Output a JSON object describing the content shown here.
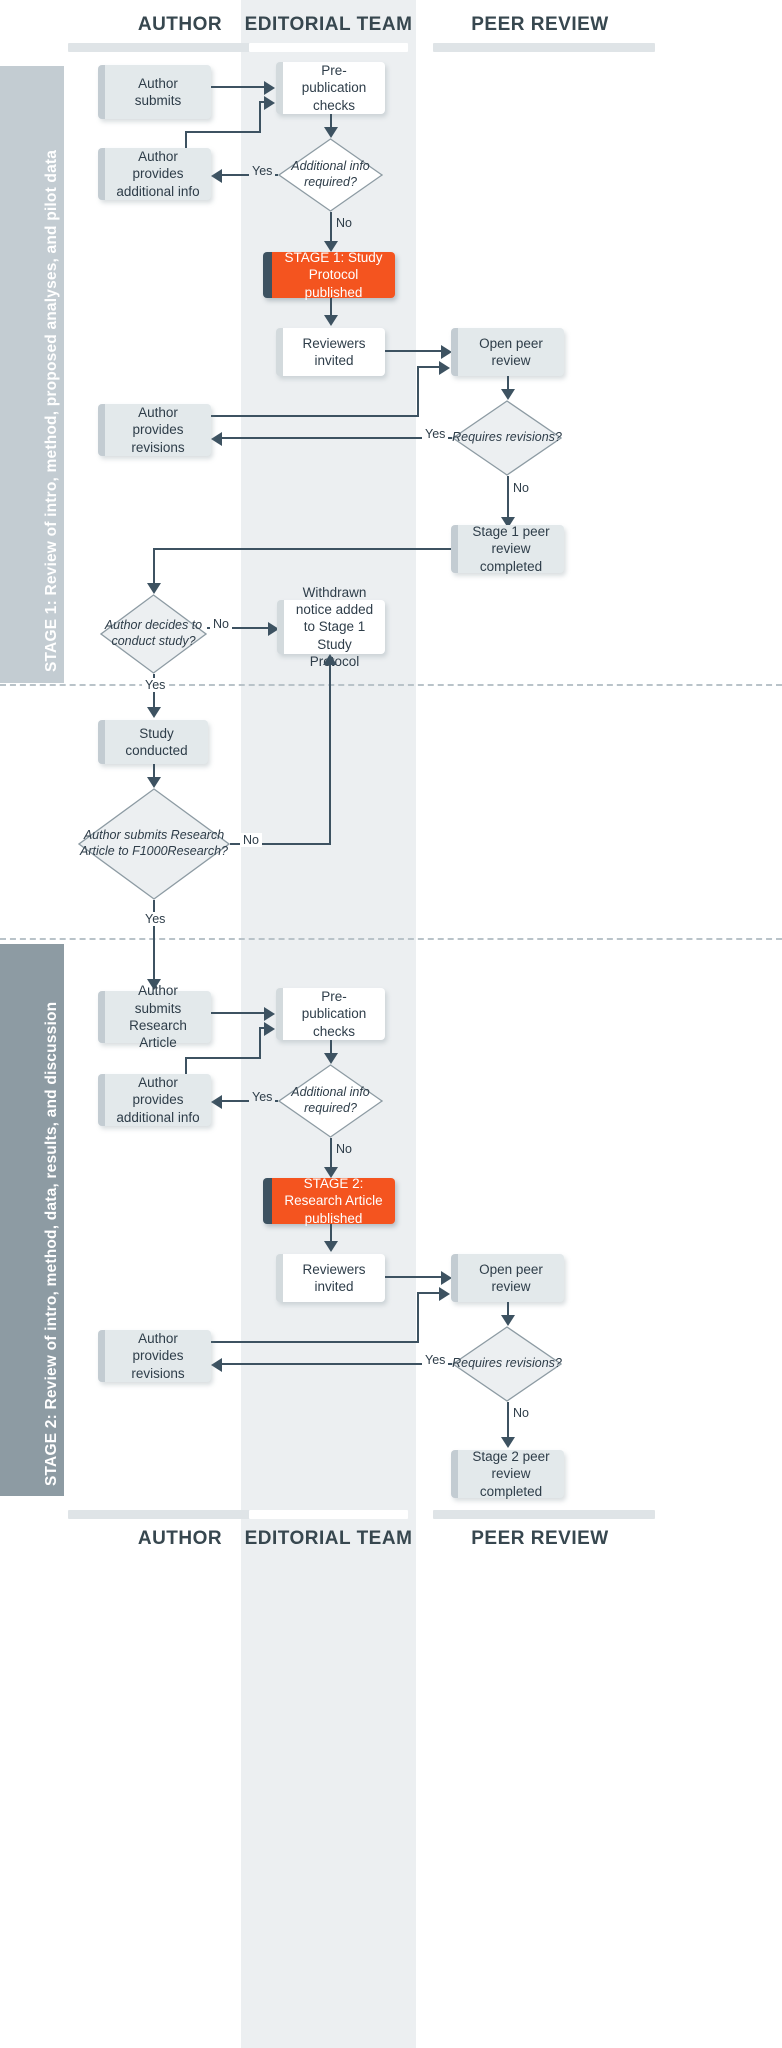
{
  "columns": [
    {
      "id": "author",
      "label": "AUTHOR"
    },
    {
      "id": "editorial",
      "label": "EDITORIAL TEAM"
    },
    {
      "id": "peer",
      "label": "PEER REVIEW"
    }
  ],
  "footer_columns": [
    {
      "id": "author",
      "label": "AUTHOR"
    },
    {
      "id": "editorial",
      "label": "EDITORIAL TEAM"
    },
    {
      "id": "peer",
      "label": "PEER REVIEW"
    }
  ],
  "stages": [
    {
      "id": "stage1",
      "label": "STAGE 1: Review of intro, method, proposed analyses, and pilot data"
    },
    {
      "id": "stage2",
      "label": "STAGE 2: Review of intro, method, data, results, and discussion"
    }
  ],
  "colors": {
    "accent_orange": "#f4541f",
    "line": "#3d5261",
    "lane": "#eceff1",
    "node_grey": "#e3e9eb",
    "node_white": "#ffffff",
    "stage_bar_light": "#c3ccd2",
    "stage_bar_dark": "#8d9ba3",
    "title_text": "#37474f"
  },
  "nodes": {
    "s1_author_submits": "Author submits",
    "s1_prepub_checks": "Pre-publication checks",
    "s1_additional_info_q": "Additional info required?",
    "s1_author_additional_info": "Author provides additional info",
    "s1_published": "STAGE 1: Study Protocol published",
    "s1_reviewers_invited": "Reviewers invited",
    "s1_open_peer_review": "Open peer review",
    "s1_requires_revisions_q": "Requires revisions?",
    "s1_author_revisions": "Author provides revisions",
    "s1_peer_review_completed": "Stage 1 peer review completed",
    "mid_conduct_study_q": "Author decides to conduct study?",
    "mid_withdrawn_notice": "Withdrawn notice added to Stage 1 Study Protocol",
    "mid_study_conducted": "Study conducted",
    "mid_submit_article_q": "Author submits Research Article to F1000Research?",
    "s2_author_submits": "Author submits Research Article",
    "s2_prepub_checks": "Pre-publication checks",
    "s2_additional_info_q": "Additional info required?",
    "s2_author_additional_info": "Author provides additional info",
    "s2_published": "STAGE 2: Research Article published",
    "s2_reviewers_invited": "Reviewers invited",
    "s2_open_peer_review": "Open peer review",
    "s2_requires_revisions_q": "Requires revisions?",
    "s2_author_revisions": "Author provides revisions",
    "s2_peer_review_completed": "Stage 2 peer review completed"
  },
  "edge_labels": {
    "s1_yes_info": "Yes",
    "s1_no_info": "No",
    "s1_yes_revisions": "Yes",
    "s1_no_revisions": "No",
    "mid_no_conduct": "No",
    "mid_yes_conduct": "Yes",
    "mid_no_submit": "No",
    "mid_yes_submit": "Yes",
    "s2_yes_info": "Yes",
    "s2_no_info": "No",
    "s2_yes_revisions": "Yes",
    "s2_no_revisions": "No"
  }
}
